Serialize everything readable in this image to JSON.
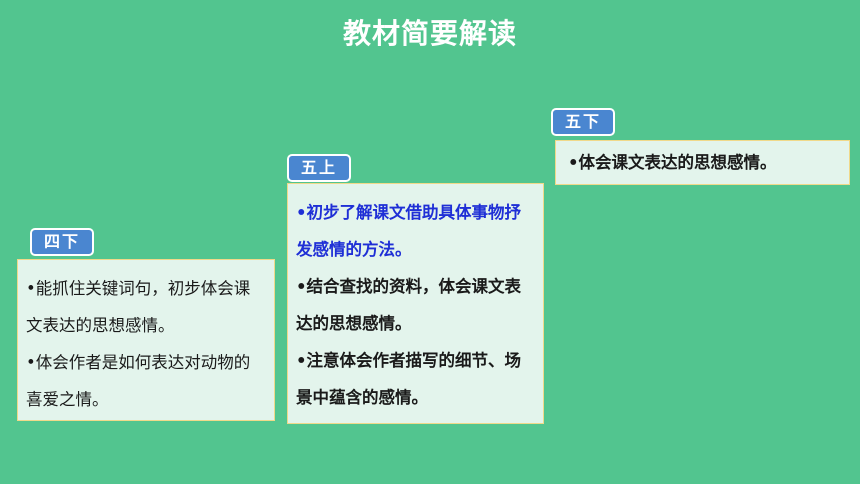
{
  "title": "教材简要解读",
  "columns": [
    {
      "tag": "四下",
      "items": [
        "•能抓住关键词句，初步体会课文表达的思想感情。",
        "•体会作者是如何表达对动物的喜爱之情。"
      ]
    },
    {
      "tag": "五上",
      "items": [
        "•初步了解课文借助具体事物抒发感情的方法。",
        "•结合查找的资料，体会课文表达的思想感情。",
        "•注意体会作者描写的细节、场景中蕴含的感情。"
      ]
    },
    {
      "tag": "五下",
      "items": [
        "•体会课文表达的思想感情。"
      ]
    }
  ],
  "colors": {
    "background": "#52c58f",
    "tag": "#4a86d0",
    "box": "#e3f4ec",
    "highlight_text": "#1f2fd6"
  }
}
